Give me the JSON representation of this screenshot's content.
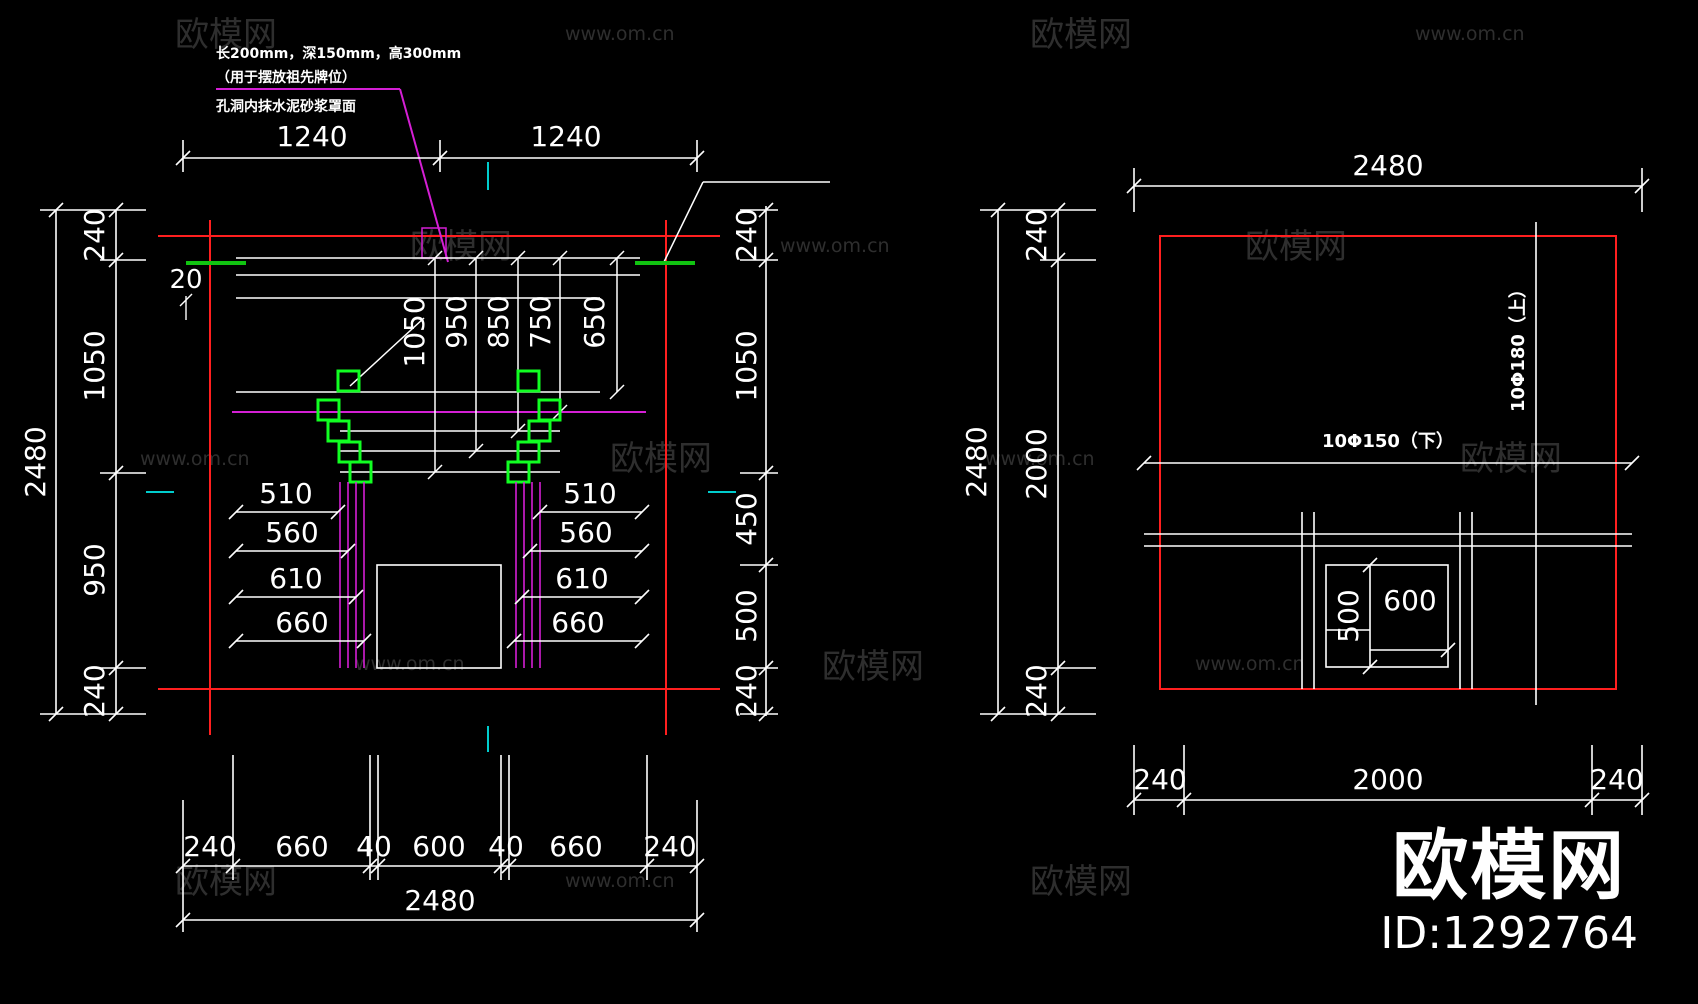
{
  "colors": {
    "background": "#000000",
    "wall": "#ff1f1f",
    "dimension": "#ffffff",
    "leader": "#d41fd4",
    "steps": "#11ff22",
    "green_plate": "#11c411",
    "tick": "#00cccc"
  },
  "watermark": {
    "brand_text": "欧模网",
    "url_text": "www.om.cn"
  },
  "brand": {
    "name": "欧模网",
    "id": "ID:1292764"
  },
  "left_drawing": {
    "notes": [
      "长200mm，深150mm，高300mm",
      "（用于摆放祖先牌位）",
      "孔洞内抹水泥砂浆罩面"
    ],
    "top_dims": [
      "1240",
      "1240"
    ],
    "left_dims": [
      "240",
      "1050",
      "950",
      "240"
    ],
    "left_total": "2480",
    "right_dims": [
      "240",
      "1050",
      "450",
      "500",
      "240"
    ],
    "small_dim": "20",
    "vertical_dims": [
      "1050",
      "950",
      "850",
      "750",
      "650"
    ],
    "left_widths": [
      "510",
      "560",
      "610",
      "660"
    ],
    "right_widths": [
      "510",
      "560",
      "610",
      "660"
    ],
    "bottom_dims": [
      "240",
      "660",
      "40",
      "600",
      "40",
      "660",
      "240"
    ],
    "bottom_total": "2480"
  },
  "right_drawing": {
    "top_total": "2480",
    "left_total": "2480",
    "left_dims": [
      "240",
      "2000",
      "240"
    ],
    "rebar_bottom": "10Φ150（下）",
    "rebar_top": "10Φ180（上）",
    "opening_width": "600",
    "opening_height": "500",
    "bottom_dims": [
      "240",
      "2000",
      "240"
    ]
  }
}
